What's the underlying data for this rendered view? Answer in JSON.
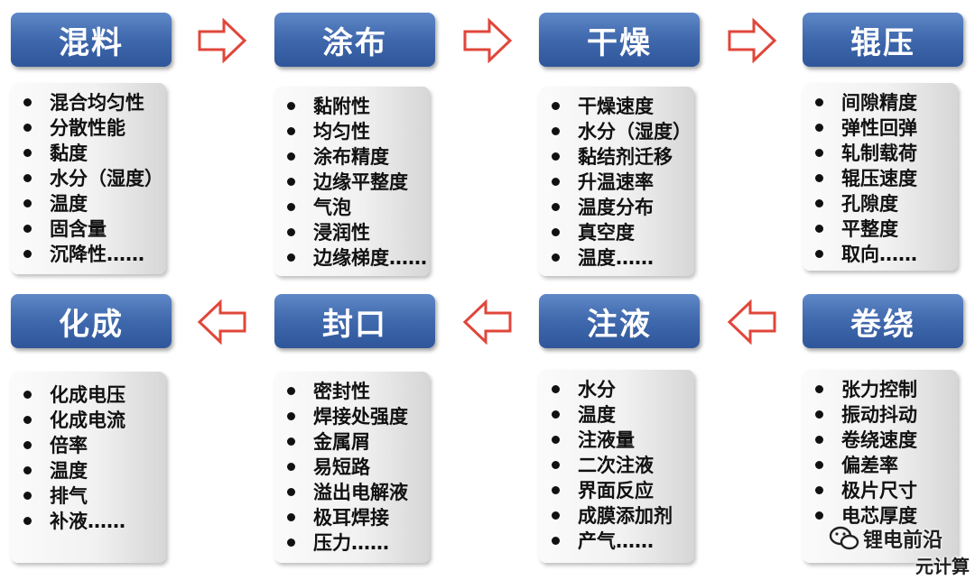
{
  "stages": [
    {
      "title": "混料",
      "items": [
        "混合均匀性",
        "分散性能",
        "黏度",
        "水分（湿度）",
        "温度",
        "固含量",
        "沉降性……"
      ]
    },
    {
      "title": "涂布",
      "items": [
        "黏附性",
        "均匀性",
        "涂布精度",
        "边缘平整度",
        "气泡",
        "浸润性",
        "边缘梯度……"
      ]
    },
    {
      "title": "干燥",
      "items": [
        "干燥速度",
        "水分（湿度）",
        "黏结剂迁移",
        "升温速率",
        "温度分布",
        "真空度",
        "温度……"
      ]
    },
    {
      "title": "辊压",
      "items": [
        "间隙精度",
        "弹性回弹",
        "轧制载荷",
        "辊压速度",
        "孔隙度",
        "平整度",
        "取向……"
      ]
    },
    {
      "title": "化成",
      "items": [
        "化成电压",
        "化成电流",
        "倍率",
        "温度",
        "排气",
        "补液……"
      ]
    },
    {
      "title": "封口",
      "items": [
        "密封性",
        "焊接处强度",
        "金属屑",
        "易短路",
        "溢出电解液",
        "极耳焊接",
        "压力……"
      ]
    },
    {
      "title": "注液",
      "items": [
        "水分",
        "温度",
        "注液量",
        "二次注液",
        "界面反应",
        "成膜添加剂",
        "产气……"
      ]
    },
    {
      "title": "卷绕",
      "items": [
        "张力控制",
        "振动抖动",
        "卷绕速度",
        "偏差率",
        "极片尺寸",
        "电芯厚度"
      ]
    }
  ],
  "arrows": {
    "row1": "right",
    "row2": "left",
    "color": "#e0463a"
  },
  "watermark": {
    "line1": "锂电前沿",
    "line2": "元计算"
  },
  "colors": {
    "title_bg": "#3f68ad",
    "arrow": "#e0463a"
  }
}
